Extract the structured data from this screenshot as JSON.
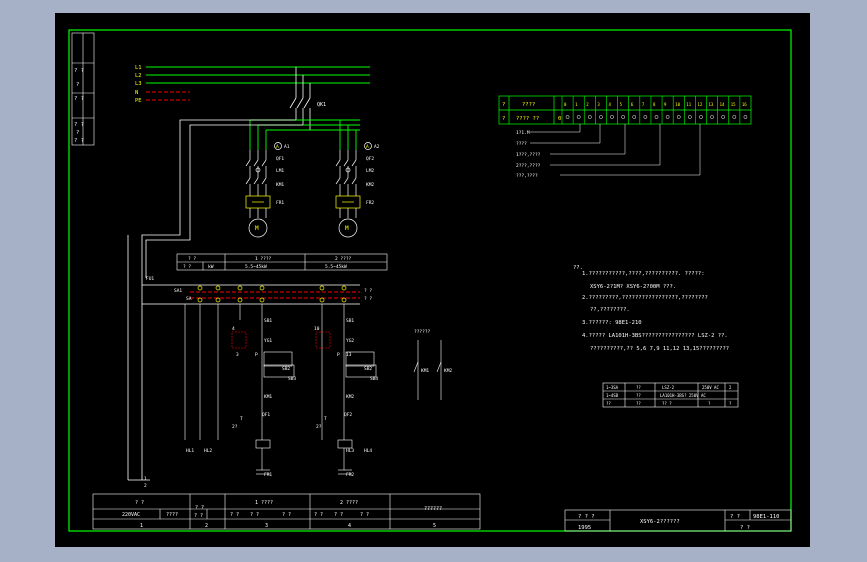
{
  "colors": {
    "background": "#a6b1c8",
    "canvas": "#000000",
    "frame": "#00ff00",
    "phase": "#00ff00",
    "neutral": "#ff0000",
    "wire": "#ffffff",
    "text": "#ffffff",
    "highlight": "#ffff00"
  },
  "power_lines": [
    "L1",
    "L2",
    "L3",
    "N",
    "PE"
  ],
  "left_strip": {
    "top": [
      "? ?",
      "?",
      "? ?"
    ],
    "bottom": [
      "? ?",
      "?",
      "? ?"
    ]
  },
  "main_switch": "QK1",
  "motors": {
    "m1": {
      "meter": "A",
      "meter_tag": "A1",
      "qf": "QF1",
      "contactor": "LM1",
      "relay": "KM1",
      "thermal": "FR1",
      "label": "M"
    },
    "m2": {
      "meter": "A",
      "meter_tag": "A2",
      "qf": "QF2",
      "contactor": "LM2",
      "relay": "KM2",
      "thermal": "FR2",
      "label": "M"
    }
  },
  "motor_table": {
    "header": [
      "? ?",
      "1 ????",
      "2 ????"
    ],
    "row": [
      "? ?",
      "kW",
      "5.5~45kW",
      "5.5~45kW"
    ]
  },
  "control": {
    "fuse": "FU1",
    "switch": "SA1",
    "sa_left": "SA",
    "bus_label": "? ?",
    "bus_label2": "? ?",
    "left": {
      "sb1": "SB1",
      "num": "4",
      "yg": "YG1",
      "p": "P",
      "sb2": "SB2",
      "sb3": "SB3",
      "km": "KM1",
      "qf": "QF1",
      "fr": "FR1",
      "lamp": "HL1",
      "lamp2": "HL2",
      "t": "T",
      "side": "2?",
      "num2": "3"
    },
    "right": {
      "sb1": "SB1",
      "num": "10",
      "yg": "YG2",
      "p": "P",
      "sb2": "SB2",
      "sb3": "SB4",
      "km": "KM2",
      "qf": "QF2",
      "fr": "FR2",
      "lamp": "HL3",
      "lamp2": "HL4",
      "t": "T",
      "side": "2?",
      "num2": "13"
    },
    "aux_title": "??????",
    "aux1": "KM1",
    "aux2": "KM2",
    "bottom_terms": [
      "1",
      "2"
    ]
  },
  "panel": {
    "cells_top": [
      "?",
      "????",
      "0",
      "1",
      "2",
      "3",
      "4",
      "5",
      "6",
      "7",
      "8",
      "9",
      "10",
      "11",
      "12",
      "13",
      "14",
      "15",
      "16"
    ],
    "cells_bottom": [
      "?",
      "???? ??",
      "0"
    ],
    "legend": [
      "1?1.M",
      "????",
      "1???,????",
      "2???,????",
      "???,????"
    ]
  },
  "notes": {
    "heading": "??.",
    "lines": [
      "1.???????????,????,??????????.      ?????:",
      "XSY6-2?1M? XSY6-2?00M ???.",
      "2.?????????,?????????????????,????????",
      "??,????????.",
      "3.??????: 98E1-210",
      "4.????? LA101H-3BS????????????????  LSZ-2 ??.",
      "??????????,?? 5,6 7,9 11,12 13,15?????????"
    ]
  },
  "bom": {
    "rows": [
      [
        "1~3SA",
        "??",
        "LSZ-2",
        "250V AC",
        "2"
      ],
      [
        "1~4SB",
        "??",
        "LA101H-3BS? 250V AC",
        "5"
      ],
      [
        "??",
        "??",
        "?? ?",
        "?",
        "?"
      ]
    ]
  },
  "footer_cols": {
    "headers": [
      "? ?",
      "? ?",
      "1 ????",
      "2 ????",
      "??????"
    ],
    "sub": [
      "220VAC",
      "????",
      "? ?",
      "? ?",
      "? ?",
      "? ?",
      "? ?",
      "? ?",
      "? ?"
    ],
    "numbers": [
      "1",
      "2",
      "3",
      "4",
      "5"
    ]
  },
  "title_block": {
    "label": "? ? ?",
    "year": "1995",
    "name": "XSY6-2??????",
    "code_label": "? ?",
    "code": "98E1-110",
    "extra": "? ?"
  }
}
